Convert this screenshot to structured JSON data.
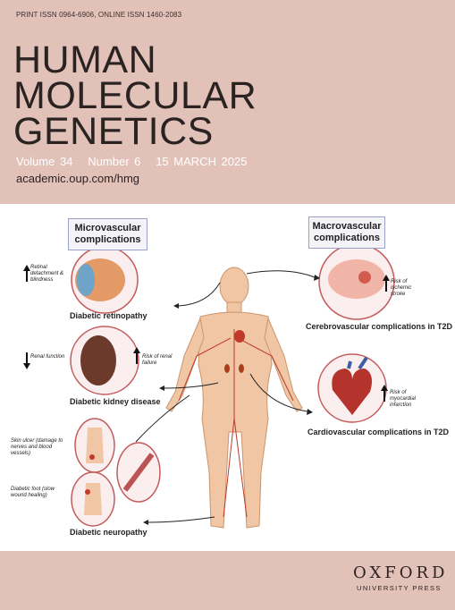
{
  "journal": {
    "issn": "PRINT ISSN 0964-6906, ONLINE ISSN 1460-2083",
    "title_lines": [
      "HUMAN",
      "MOLECULAR",
      "GENETICS"
    ],
    "volume": "Volume 34",
    "number": "Number 6",
    "date": "15 MARCH 2025",
    "url": "academic.oup.com/hmg"
  },
  "figure": {
    "micro_header": "Microvascular complications",
    "macro_header": "Macrovascular complications",
    "diabetic_retinopathy": "Diabetic retinopathy",
    "retina_note": "Retinal detachment & blindness",
    "diabetic_kidney": "Diabetic kidney disease",
    "renal_function": "Renal function",
    "renal_failure": "Risk of renal failure",
    "skin_ulcer": "Skin ulcer (damage to nerves and blood vessels)",
    "diabetic_foot": "Diabetic foot (slow wound healing)",
    "neuropathy": "Diabetic neuropathy",
    "ischemic_stroke": "Risk of ischemic stroke",
    "cerebro": "Cerebrovascular complications in T2D",
    "myocardial": "Risk of myocardial infarction",
    "cardio": "Cardiovascular complications in T2D"
  },
  "publisher": {
    "name": "OXFORD",
    "sub": "UNIVERSITY PRESS"
  },
  "colors": {
    "band": "#e2c1b9",
    "title": "#2a2322",
    "skin": "#f0c6a4",
    "vessel": "#c0392b"
  }
}
